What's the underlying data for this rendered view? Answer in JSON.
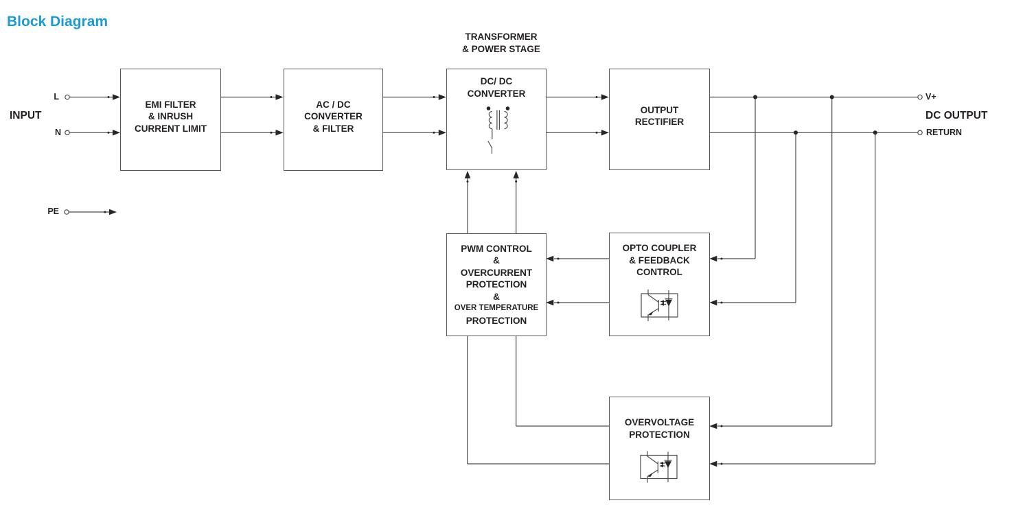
{
  "title": {
    "text": "Block Diagram",
    "color": "#1b9ad6"
  },
  "colors": {
    "accent": "#1b9ad6",
    "line": "#4b4b4d",
    "text": "#231f20",
    "box_border": "#56575a"
  },
  "input": {
    "label": "INPUT",
    "terminal_l": "L",
    "terminal_n": "N",
    "terminal_pe": "PE"
  },
  "output": {
    "label": "DC OUTPUT",
    "terminal_vplus": "V+",
    "terminal_return": "RETURN"
  },
  "caption": {
    "lines": [
      "TRANSFORMER",
      "& POWER STAGE"
    ]
  },
  "blocks": {
    "emi": {
      "lines": [
        "EMI FILTER",
        "& INRUSH",
        "CURRENT LIMIT"
      ]
    },
    "acdc": {
      "lines": [
        "AC / DC",
        "CONVERTER",
        "& FILTER"
      ]
    },
    "dcdc": {
      "lines": [
        "DC/ DC",
        "CONVERTER"
      ]
    },
    "rectifier": {
      "lines": [
        "OUTPUT",
        "RECTIFIER"
      ]
    },
    "pwm": {
      "lines": [
        "PWM CONTROL",
        "&",
        "OVERCURRENT",
        "PROTECTION",
        "&",
        "OVER TEMPERATURE",
        "PROTECTION"
      ]
    },
    "opto": {
      "lines": [
        "OPTO COUPLER",
        "& FEEDBACK",
        "CONTROL"
      ]
    },
    "ovp": {
      "lines": [
        "OVERVOLTAGE",
        "PROTECTION"
      ]
    }
  },
  "icons": {
    "transformer": "transformer-icon",
    "optocoupler": "optocoupler-icon",
    "input_terminal": "terminal-circle-icon",
    "output_terminal": "terminal-circle-icon",
    "junction": "junction-dot-icon",
    "arrow": "arrowhead-icon"
  }
}
